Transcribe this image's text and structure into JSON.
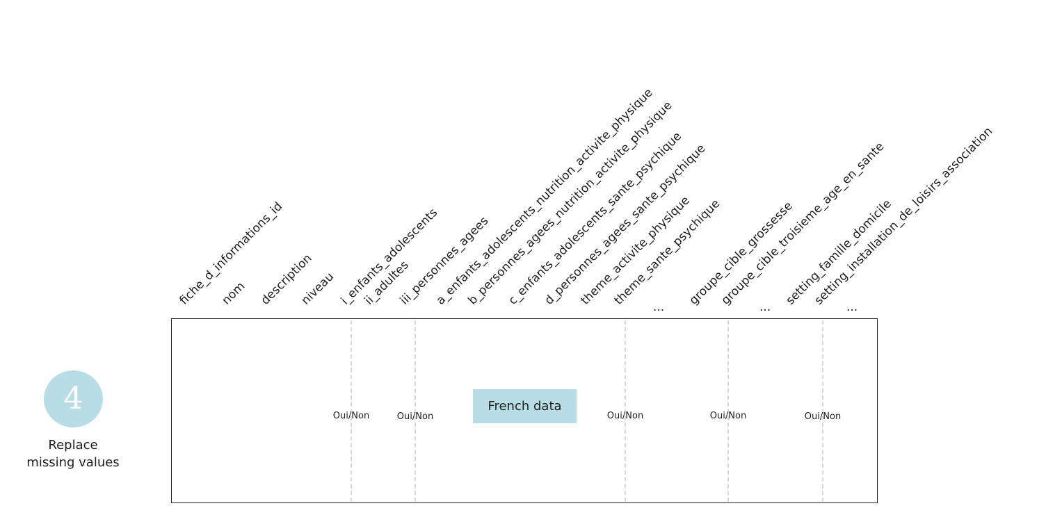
{
  "step": {
    "number": "4",
    "label_line1": "Replace",
    "label_line2": "missing values"
  },
  "columns": [
    "fiche_d_informations_id",
    "nom",
    "description",
    "niveau",
    "i_enfants_adolescents",
    "ii_adultes",
    "iii_personnes_agees",
    "a_enfants_adolescents_nutrition_activite_physique",
    "b_personnes_agees_nutrition_activite_physique",
    "c_enfants_adolescents_sante_psychique",
    "d_personnes_agees_sante_psychique",
    "theme_activite_physique",
    "theme_sante_psychique",
    "...",
    "groupe_cible_grossesse",
    "groupe_cible_troisieme_age_en_sante",
    "...",
    "setting_famille_domicile",
    "setting_installation_de_loisirs_association",
    "..."
  ],
  "cell_value": "Oui/Non",
  "highlight_label": "French data",
  "colors": {
    "accent": "#b9dde7",
    "dash": "#d6d6d6",
    "ink": "#1e1e1e"
  }
}
